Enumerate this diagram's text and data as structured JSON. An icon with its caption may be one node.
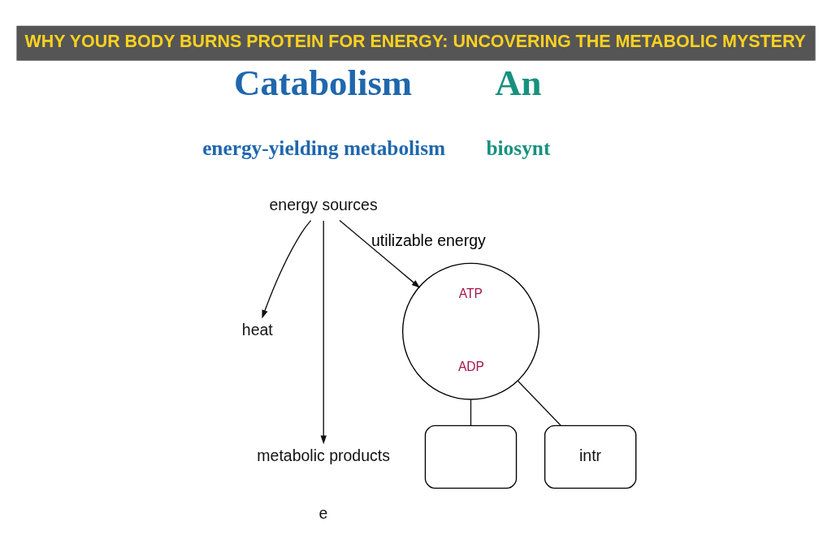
{
  "diagram": {
    "title": "WHY YOUR BODY BURNS PROTEIN FOR ENERGY: UNCOVERING THE METABOLIC MYSTERY",
    "nodes": [
      {
        "text": [
          "energy sources"
        ]
      },
      {
        "text": [
          "heat"
        ]
      },
      {
        "text": [
          "metabolic products"
        ]
      },
      {
        "text": [
          "ATP",
          "ADP"
        ]
      },
      {
        "text": [],
        "shape": "box"
      },
      {
        "text": [
          "intr"
        ]
      }
    ],
    "edges": [
      {
        "from": 0,
        "to": 2,
        "arrow": "to"
      },
      {
        "from": 0,
        "to": 1,
        "arrow": "to"
      },
      {
        "from": 0,
        "to": 3,
        "arrow": "to",
        "label": "utilizable energy"
      },
      {
        "from": 3,
        "to": 4,
        "arrow": "none"
      },
      {
        "from": 3,
        "to": 5,
        "arrow": "none"
      }
    ],
    "labels": [
      "Catabolism",
      "energy-yielding metabolism",
      "An",
      "biosynt",
      "e"
    ]
  }
}
